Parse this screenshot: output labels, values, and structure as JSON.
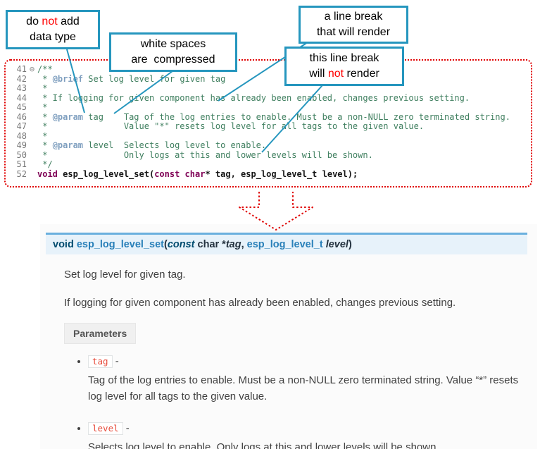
{
  "callouts": {
    "c1": {
      "p1": "do ",
      "p2": "not",
      "p3": " add",
      "p4": "data type"
    },
    "c2": {
      "p1": "white spaces",
      "p2": "are  compressed"
    },
    "c3": {
      "p1": "a line break",
      "p2": "that will render"
    },
    "c4": {
      "p1": "this line break",
      "p2": "will ",
      "p3": "not",
      "p4": " render"
    }
  },
  "code": {
    "lines": [
      {
        "num": "41",
        "fold": "⊖",
        "segs": [
          {
            "t": "/**",
            "c": "cmt"
          }
        ]
      },
      {
        "num": "42",
        "fold": "",
        "segs": [
          {
            "t": " * ",
            "c": "cmt"
          },
          {
            "t": "@brief",
            "c": "tag"
          },
          {
            "t": " Set log level for given tag",
            "c": "cmt"
          }
        ]
      },
      {
        "num": "43",
        "fold": "",
        "segs": [
          {
            "t": " *",
            "c": "cmt"
          }
        ]
      },
      {
        "num": "44",
        "fold": "",
        "segs": [
          {
            "t": " * If logging for given component has already been enabled, changes previous setting.",
            "c": "cmt"
          }
        ]
      },
      {
        "num": "45",
        "fold": "",
        "segs": [
          {
            "t": " *",
            "c": "cmt"
          }
        ]
      },
      {
        "num": "46",
        "fold": "",
        "segs": [
          {
            "t": " * ",
            "c": "cmt"
          },
          {
            "t": "@param",
            "c": "tag"
          },
          {
            "t": " tag    Tag of the log entries to enable. Must be a non-NULL zero terminated string.",
            "c": "cmt"
          }
        ]
      },
      {
        "num": "47",
        "fold": "",
        "segs": [
          {
            "t": " *               Value \"*\" resets log level for all tags to the given value.",
            "c": "cmt"
          }
        ]
      },
      {
        "num": "48",
        "fold": "",
        "segs": [
          {
            "t": " *",
            "c": "cmt"
          }
        ]
      },
      {
        "num": "49",
        "fold": "",
        "segs": [
          {
            "t": " * ",
            "c": "cmt"
          },
          {
            "t": "@param",
            "c": "tag"
          },
          {
            "t": " level  Selects log level to enable.",
            "c": "cmt"
          }
        ]
      },
      {
        "num": "50",
        "fold": "",
        "segs": [
          {
            "t": " *               Only logs at this and lower levels will be shown.",
            "c": "cmt"
          }
        ]
      },
      {
        "num": "51",
        "fold": "",
        "segs": [
          {
            "t": " */",
            "c": "cmt"
          }
        ]
      },
      {
        "num": "52",
        "fold": "",
        "segs": [
          {
            "t": "void",
            "c": "kw"
          },
          {
            "t": " esp_log_level_set(",
            "c": "code"
          },
          {
            "t": "const",
            "c": "kw"
          },
          {
            "t": " ",
            "c": "code"
          },
          {
            "t": "char",
            "c": "kw"
          },
          {
            "t": "* tag, esp_log_level_t level);",
            "c": "code"
          }
        ]
      }
    ]
  },
  "docs": {
    "signature": [
      {
        "t": "void",
        "c": "kw"
      },
      {
        "t": " ",
        "c": "pl"
      },
      {
        "t": "esp_log_level_set",
        "c": "name"
      },
      {
        "t": "(",
        "c": "pl"
      },
      {
        "t": "const",
        "c": "kwi"
      },
      {
        "t": " char *",
        "c": "pl"
      },
      {
        "t": "tag",
        "c": "param"
      },
      {
        "t": ", ",
        "c": "pl"
      },
      {
        "t": "esp_log_level_t",
        "c": "type"
      },
      {
        "t": " ",
        "c": "pl"
      },
      {
        "t": "level",
        "c": "param"
      },
      {
        "t": ")",
        "c": "pl"
      }
    ],
    "p1": "Set log level for given tag.",
    "p2": "If logging for given component has already been enabled, changes previous setting.",
    "params_label": "Parameters",
    "params": [
      {
        "name": "tag",
        "sep": " - ",
        "desc": "Tag of the log entries to enable. Must be a non-NULL zero terminated string. Value “*” resets log level for all tags to the given value."
      },
      {
        "name": "level",
        "sep": " - ",
        "desc": "Selects log level to enable. Only logs at this and lower levels will be shown."
      }
    ]
  },
  "colors": {
    "callout_border": "#2596be",
    "highlight_red": "#ff0000",
    "dotted_border_red": "#e00000",
    "code_comment_green": "#3f7f5f",
    "doxygen_tag_blue": "#7f9fbf",
    "code_keyword_purple": "#7f0055",
    "sig_background": "#e7f2fa",
    "sig_top_border": "#6ab0de",
    "link_blue": "#2980b9",
    "param_chip_red": "#e74c3c"
  }
}
